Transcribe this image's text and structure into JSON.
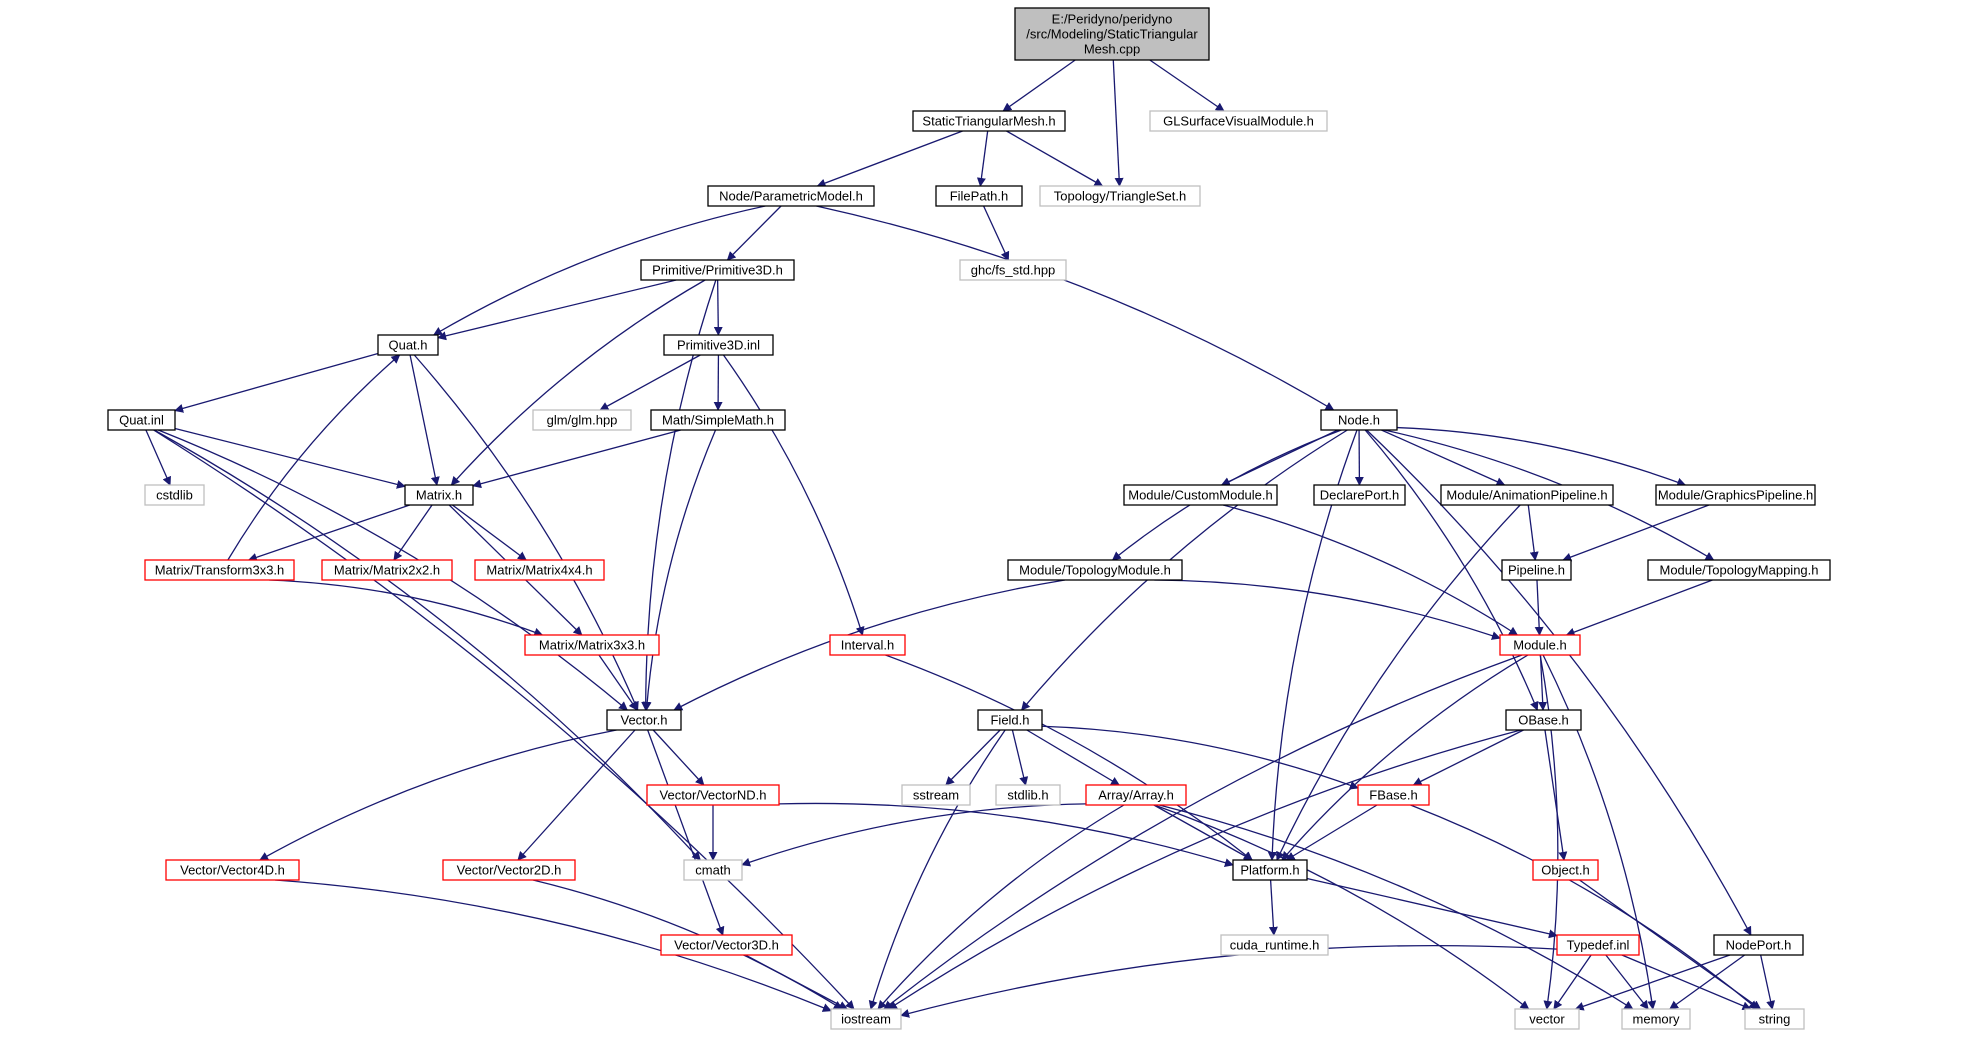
{
  "colors": {
    "edge": "#191970",
    "node_border": "#000000",
    "system_header_border": "#bfbfbf",
    "truncated_border": "#ff0000",
    "root_fill": "#bfbfbf",
    "node_fill": "#ffffff"
  },
  "nodes": [
    {
      "id": "root",
      "lines": [
        "E:/Peridyno/peridyno",
        "/src/Modeling/StaticTriangular",
        "Mesh.cpp"
      ],
      "kind": "root"
    },
    {
      "id": "stm",
      "lines": [
        "StaticTriangularMesh.h"
      ],
      "kind": "normal"
    },
    {
      "id": "glsv",
      "lines": [
        "GLSurfaceVisualModule.h"
      ],
      "kind": "system"
    },
    {
      "id": "pm",
      "lines": [
        "Node/ParametricModel.h"
      ],
      "kind": "normal"
    },
    {
      "id": "fp",
      "lines": [
        "FilePath.h"
      ],
      "kind": "normal"
    },
    {
      "id": "ts",
      "lines": [
        "Topology/TriangleSet.h"
      ],
      "kind": "system"
    },
    {
      "id": "ghc",
      "lines": [
        "ghc/fs_std.hpp"
      ],
      "kind": "system"
    },
    {
      "id": "p3d",
      "lines": [
        "Primitive/Primitive3D.h"
      ],
      "kind": "normal"
    },
    {
      "id": "quat",
      "lines": [
        "Quat.h"
      ],
      "kind": "normal"
    },
    {
      "id": "p3dinl",
      "lines": [
        "Primitive3D.inl"
      ],
      "kind": "normal"
    },
    {
      "id": "glm",
      "lines": [
        "glm/glm.hpp"
      ],
      "kind": "system"
    },
    {
      "id": "sm",
      "lines": [
        "Math/SimpleMath.h"
      ],
      "kind": "normal"
    },
    {
      "id": "quatinl",
      "lines": [
        "Quat.inl"
      ],
      "kind": "normal"
    },
    {
      "id": "cstdlib",
      "lines": [
        "cstdlib"
      ],
      "kind": "system"
    },
    {
      "id": "matrix",
      "lines": [
        "Matrix.h"
      ],
      "kind": "normal"
    },
    {
      "id": "node",
      "lines": [
        "Node.h"
      ],
      "kind": "normal"
    },
    {
      "id": "cm",
      "lines": [
        "Module/CustomModule.h"
      ],
      "kind": "normal"
    },
    {
      "id": "dp",
      "lines": [
        "DeclarePort.h"
      ],
      "kind": "normal"
    },
    {
      "id": "ap",
      "lines": [
        "Module/AnimationPipeline.h"
      ],
      "kind": "normal"
    },
    {
      "id": "gp",
      "lines": [
        "Module/GraphicsPipeline.h"
      ],
      "kind": "normal"
    },
    {
      "id": "t3",
      "lines": [
        "Matrix/Transform3x3.h"
      ],
      "kind": "truncated"
    },
    {
      "id": "m22",
      "lines": [
        "Matrix/Matrix2x2.h"
      ],
      "kind": "truncated"
    },
    {
      "id": "m44",
      "lines": [
        "Matrix/Matrix4x4.h"
      ],
      "kind": "truncated"
    },
    {
      "id": "tm",
      "lines": [
        "Module/TopologyModule.h"
      ],
      "kind": "normal"
    },
    {
      "id": "pipe",
      "lines": [
        "Pipeline.h"
      ],
      "kind": "normal"
    },
    {
      "id": "tmap",
      "lines": [
        "Module/TopologyMapping.h"
      ],
      "kind": "normal"
    },
    {
      "id": "m33",
      "lines": [
        "Matrix/Matrix3x3.h"
      ],
      "kind": "truncated"
    },
    {
      "id": "interval",
      "lines": [
        "Interval.h"
      ],
      "kind": "truncated"
    },
    {
      "id": "module",
      "lines": [
        "Module.h"
      ],
      "kind": "truncated"
    },
    {
      "id": "vector",
      "lines": [
        "Vector.h"
      ],
      "kind": "normal"
    },
    {
      "id": "field",
      "lines": [
        "Field.h"
      ],
      "kind": "normal"
    },
    {
      "id": "obase",
      "lines": [
        "OBase.h"
      ],
      "kind": "normal"
    },
    {
      "id": "vnd",
      "lines": [
        "Vector/VectorND.h"
      ],
      "kind": "truncated"
    },
    {
      "id": "sstream",
      "lines": [
        "sstream"
      ],
      "kind": "system"
    },
    {
      "id": "stdlib",
      "lines": [
        "stdlib.h"
      ],
      "kind": "system"
    },
    {
      "id": "array",
      "lines": [
        "Array/Array.h"
      ],
      "kind": "truncated"
    },
    {
      "id": "fbase",
      "lines": [
        "FBase.h"
      ],
      "kind": "truncated"
    },
    {
      "id": "v4d",
      "lines": [
        "Vector/Vector4D.h"
      ],
      "kind": "truncated"
    },
    {
      "id": "v2d",
      "lines": [
        "Vector/Vector2D.h"
      ],
      "kind": "truncated"
    },
    {
      "id": "cmath",
      "lines": [
        "cmath"
      ],
      "kind": "system"
    },
    {
      "id": "platform",
      "lines": [
        "Platform.h"
      ],
      "kind": "normal"
    },
    {
      "id": "object",
      "lines": [
        "Object.h"
      ],
      "kind": "truncated"
    },
    {
      "id": "cuda",
      "lines": [
        "cuda_runtime.h"
      ],
      "kind": "system"
    },
    {
      "id": "v3d",
      "lines": [
        "Vector/Vector3D.h"
      ],
      "kind": "truncated"
    },
    {
      "id": "typedef",
      "lines": [
        "Typedef.inl"
      ],
      "kind": "truncated"
    },
    {
      "id": "nodeport",
      "lines": [
        "NodePort.h"
      ],
      "kind": "normal"
    },
    {
      "id": "iostream",
      "lines": [
        "iostream"
      ],
      "kind": "system"
    },
    {
      "id": "vec",
      "lines": [
        "vector"
      ],
      "kind": "system"
    },
    {
      "id": "memory",
      "lines": [
        "memory"
      ],
      "kind": "system"
    },
    {
      "id": "string",
      "lines": [
        "string"
      ],
      "kind": "system"
    }
  ],
  "edges": [
    [
      "root",
      "stm"
    ],
    [
      "root",
      "ts"
    ],
    [
      "root",
      "glsv"
    ],
    [
      "stm",
      "pm"
    ],
    [
      "stm",
      "fp"
    ],
    [
      "stm",
      "ts"
    ],
    [
      "fp",
      "ghc"
    ],
    [
      "pm",
      "p3d"
    ],
    [
      "pm",
      "quat"
    ],
    [
      "pm",
      "node"
    ],
    [
      "p3d",
      "quat"
    ],
    [
      "p3d",
      "p3dinl"
    ],
    [
      "p3d",
      "matrix"
    ],
    [
      "p3d",
      "vector"
    ],
    [
      "p3dinl",
      "glm"
    ],
    [
      "p3dinl",
      "sm"
    ],
    [
      "p3dinl",
      "interval"
    ],
    [
      "quat",
      "quatinl"
    ],
    [
      "quat",
      "matrix"
    ],
    [
      "quat",
      "vector"
    ],
    [
      "quatinl",
      "cstdlib"
    ],
    [
      "quatinl",
      "matrix"
    ],
    [
      "quatinl",
      "vector"
    ],
    [
      "quatinl",
      "cmath"
    ],
    [
      "quatinl",
      "iostream"
    ],
    [
      "sm",
      "matrix"
    ],
    [
      "sm",
      "vector"
    ],
    [
      "matrix",
      "t3"
    ],
    [
      "matrix",
      "m22"
    ],
    [
      "matrix",
      "m44"
    ],
    [
      "matrix",
      "m33"
    ],
    [
      "t3",
      "quat"
    ],
    [
      "t3",
      "m33"
    ],
    [
      "m33",
      "vector"
    ],
    [
      "interval",
      "platform"
    ],
    [
      "node",
      "cm"
    ],
    [
      "node",
      "dp"
    ],
    [
      "node",
      "ap"
    ],
    [
      "node",
      "gp"
    ],
    [
      "node",
      "tm"
    ],
    [
      "node",
      "tmap"
    ],
    [
      "node",
      "field"
    ],
    [
      "node",
      "platform"
    ],
    [
      "node",
      "obase"
    ],
    [
      "node",
      "nodeport"
    ],
    [
      "cm",
      "module"
    ],
    [
      "ap",
      "pipe"
    ],
    [
      "ap",
      "platform"
    ],
    [
      "gp",
      "pipe"
    ],
    [
      "tm",
      "module"
    ],
    [
      "tm",
      "vector"
    ],
    [
      "pipe",
      "module"
    ],
    [
      "tmap",
      "module"
    ],
    [
      "module",
      "obase"
    ],
    [
      "module",
      "platform"
    ],
    [
      "module",
      "iostream"
    ],
    [
      "module",
      "vec"
    ],
    [
      "module",
      "memory"
    ],
    [
      "obase",
      "fbase"
    ],
    [
      "obase",
      "object"
    ],
    [
      "obase",
      "iostream"
    ],
    [
      "vector",
      "v4d"
    ],
    [
      "vector",
      "v2d"
    ],
    [
      "vector",
      "v3d"
    ],
    [
      "vector",
      "vnd"
    ],
    [
      "vnd",
      "cmath"
    ],
    [
      "vnd",
      "platform"
    ],
    [
      "field",
      "sstream"
    ],
    [
      "field",
      "stdlib"
    ],
    [
      "field",
      "array"
    ],
    [
      "field",
      "fbase"
    ],
    [
      "field",
      "iostream"
    ],
    [
      "array",
      "cmath"
    ],
    [
      "array",
      "platform"
    ],
    [
      "array",
      "iostream"
    ],
    [
      "array",
      "vec"
    ],
    [
      "array",
      "memory"
    ],
    [
      "fbase",
      "platform"
    ],
    [
      "fbase",
      "string"
    ],
    [
      "platform",
      "cuda"
    ],
    [
      "platform",
      "typedef"
    ],
    [
      "v4d",
      "iostream"
    ],
    [
      "v2d",
      "iostream"
    ],
    [
      "v3d",
      "iostream"
    ],
    [
      "typedef",
      "iostream"
    ],
    [
      "typedef",
      "vec"
    ],
    [
      "typedef",
      "memory"
    ],
    [
      "typedef",
      "string"
    ],
    [
      "object",
      "string"
    ],
    [
      "nodeport",
      "vec"
    ],
    [
      "nodeport",
      "memory"
    ],
    [
      "nodeport",
      "string"
    ]
  ]
}
